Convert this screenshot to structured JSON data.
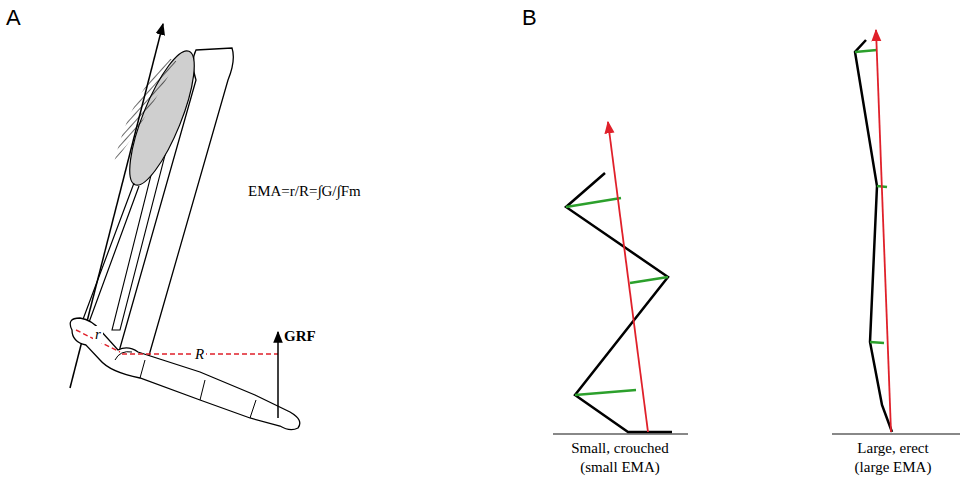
{
  "diagram": {
    "labels": [
      "A",
      "B",
      "EMA=r/R=∫G/∫Fm",
      "r",
      "R",
      "GRF",
      "Small, crouched",
      "(small EMA)",
      "Large, erect",
      "(large EMA)"
    ]
  }
}
